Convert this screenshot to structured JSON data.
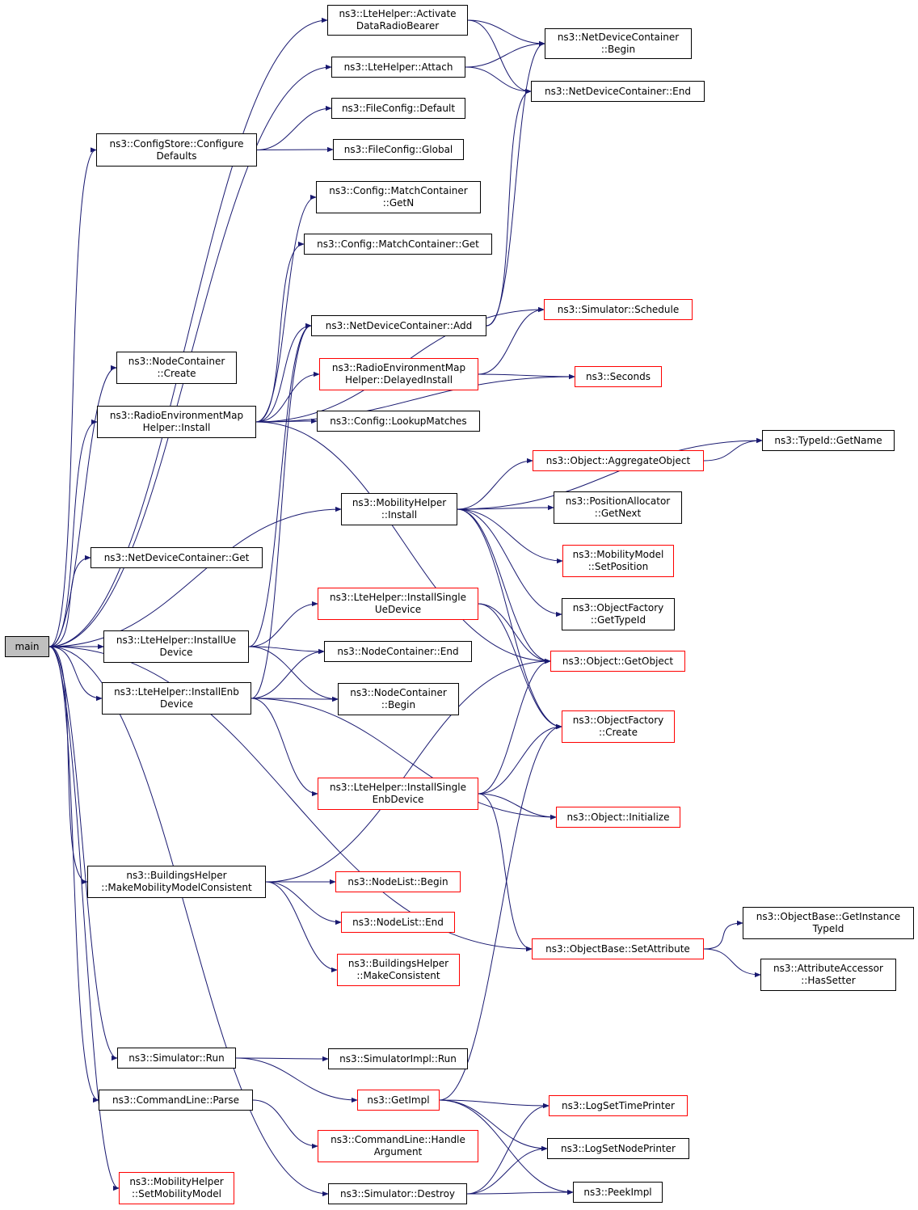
{
  "colors": {
    "edge": "#191970",
    "node_border": "#000000",
    "undocumented_border": "#ff0000",
    "root_fill": "#bfbfbf"
  },
  "nodes": {
    "main": {
      "lines": [
        "main"
      ],
      "style": "root"
    },
    "activate": {
      "lines": [
        "ns3::LteHelper::Activate",
        "DataRadioBearer"
      ],
      "style": "black"
    },
    "attach": {
      "lines": [
        "ns3::LteHelper::Attach"
      ],
      "style": "black"
    },
    "ndc_begin": {
      "lines": [
        "ns3::NetDeviceContainer",
        "::Begin"
      ],
      "style": "black"
    },
    "ndc_end": {
      "lines": [
        "ns3::NetDeviceContainer::End"
      ],
      "style": "black"
    },
    "fc_default": {
      "lines": [
        "ns3::FileConfig::Default"
      ],
      "style": "black"
    },
    "configstore": {
      "lines": [
        "ns3::ConfigStore::Configure",
        "Defaults"
      ],
      "style": "black"
    },
    "fc_global": {
      "lines": [
        "ns3::FileConfig::Global"
      ],
      "style": "black"
    },
    "mc_getn": {
      "lines": [
        "ns3::Config::MatchContainer",
        "::GetN"
      ],
      "style": "black"
    },
    "mc_get": {
      "lines": [
        "ns3::Config::MatchContainer::Get"
      ],
      "style": "black"
    },
    "sim_schedule": {
      "lines": [
        "ns3::Simulator::Schedule"
      ],
      "style": "red"
    },
    "ndc_add": {
      "lines": [
        "ns3::NetDeviceContainer::Add"
      ],
      "style": "black"
    },
    "nc_create": {
      "lines": [
        "ns3::NodeContainer",
        "::Create"
      ],
      "style": "black"
    },
    "rem_delayed": {
      "lines": [
        "ns3::RadioEnvironmentMap",
        "Helper::DelayedInstall"
      ],
      "style": "red"
    },
    "seconds": {
      "lines": [
        "ns3::Seconds"
      ],
      "style": "red"
    },
    "rem_install": {
      "lines": [
        "ns3::RadioEnvironmentMap",
        "Helper::Install"
      ],
      "style": "black"
    },
    "lookup": {
      "lines": [
        "ns3::Config::LookupMatches"
      ],
      "style": "black"
    },
    "typeid_getname": {
      "lines": [
        "ns3::TypeId::GetName"
      ],
      "style": "black"
    },
    "aggregate": {
      "lines": [
        "ns3::Object::AggregateObject"
      ],
      "style": "red"
    },
    "mob_install": {
      "lines": [
        "ns3::MobilityHelper",
        "::Install"
      ],
      "style": "black"
    },
    "posalloc": {
      "lines": [
        "ns3::PositionAllocator",
        "::GetNext"
      ],
      "style": "black"
    },
    "ndc_get": {
      "lines": [
        "ns3::NetDeviceContainer::Get"
      ],
      "style": "black"
    },
    "mm_setpos": {
      "lines": [
        "ns3::MobilityModel",
        "::SetPosition"
      ],
      "style": "red"
    },
    "of_gettypeid": {
      "lines": [
        "ns3::ObjectFactory",
        "::GetTypeId"
      ],
      "style": "black"
    },
    "single_ue": {
      "lines": [
        "ns3::LteHelper::InstallSingle",
        "UeDevice"
      ],
      "style": "red"
    },
    "install_ue": {
      "lines": [
        "ns3::LteHelper::InstallUe",
        "Device"
      ],
      "style": "black"
    },
    "nc_end": {
      "lines": [
        "ns3::NodeContainer::End"
      ],
      "style": "black"
    },
    "getobject": {
      "lines": [
        "ns3::Object::GetObject"
      ],
      "style": "red"
    },
    "install_enb": {
      "lines": [
        "ns3::LteHelper::InstallEnb",
        "Device"
      ],
      "style": "black"
    },
    "nc_begin": {
      "lines": [
        "ns3::NodeContainer",
        "::Begin"
      ],
      "style": "black"
    },
    "of_create": {
      "lines": [
        "ns3::ObjectFactory",
        "::Create"
      ],
      "style": "red"
    },
    "single_enb": {
      "lines": [
        "ns3::LteHelper::InstallSingle",
        "EnbDevice"
      ],
      "style": "red"
    },
    "initialize": {
      "lines": [
        "ns3::Object::Initialize"
      ],
      "style": "red"
    },
    "bh_mmc": {
      "lines": [
        "ns3::BuildingsHelper",
        "::MakeMobilityModelConsistent"
      ],
      "style": "black"
    },
    "nl_begin": {
      "lines": [
        "ns3::NodeList::Begin"
      ],
      "style": "red"
    },
    "nl_end": {
      "lines": [
        "ns3::NodeList::End"
      ],
      "style": "red"
    },
    "bh_mc": {
      "lines": [
        "ns3::BuildingsHelper",
        "::MakeConsistent"
      ],
      "style": "red"
    },
    "ob_getinst": {
      "lines": [
        "ns3::ObjectBase::GetInstance",
        "TypeId"
      ],
      "style": "black"
    },
    "ob_setattr": {
      "lines": [
        "ns3::ObjectBase::SetAttribute"
      ],
      "style": "red"
    },
    "aa_hassetter": {
      "lines": [
        "ns3::AttributeAccessor",
        "::HasSetter"
      ],
      "style": "black"
    },
    "sim_run": {
      "lines": [
        "ns3::Simulator::Run"
      ],
      "style": "black"
    },
    "simimpl_run": {
      "lines": [
        "ns3::SimulatorImpl::Run"
      ],
      "style": "black"
    },
    "cmd_parse": {
      "lines": [
        "ns3::CommandLine::Parse"
      ],
      "style": "black"
    },
    "getimpl": {
      "lines": [
        "ns3::GetImpl"
      ],
      "style": "red"
    },
    "logtime": {
      "lines": [
        "ns3::LogSetTimePrinter"
      ],
      "style": "red"
    },
    "cmd_handle": {
      "lines": [
        "ns3::CommandLine::Handle",
        "Argument"
      ],
      "style": "red"
    },
    "lognode": {
      "lines": [
        "ns3::LogSetNodePrinter"
      ],
      "style": "black"
    },
    "mob_setmm": {
      "lines": [
        "ns3::MobilityHelper",
        "::SetMobilityModel"
      ],
      "style": "red"
    },
    "sim_destroy": {
      "lines": [
        "ns3::Simulator::Destroy"
      ],
      "style": "black"
    },
    "peekimpl": {
      "lines": [
        "ns3::PeekImpl"
      ],
      "style": "black"
    }
  },
  "edges": [
    [
      "main",
      "activate"
    ],
    [
      "main",
      "attach"
    ],
    [
      "main",
      "configstore"
    ],
    [
      "main",
      "nc_create"
    ],
    [
      "main",
      "rem_install"
    ],
    [
      "main",
      "mob_install"
    ],
    [
      "main",
      "ndc_get"
    ],
    [
      "main",
      "install_ue"
    ],
    [
      "main",
      "install_enb"
    ],
    [
      "main",
      "bh_mmc"
    ],
    [
      "main",
      "ob_setattr"
    ],
    [
      "main",
      "sim_run"
    ],
    [
      "main",
      "cmd_parse"
    ],
    [
      "main",
      "mob_setmm"
    ],
    [
      "main",
      "sim_destroy"
    ],
    [
      "activate",
      "ndc_begin"
    ],
    [
      "activate",
      "ndc_end"
    ],
    [
      "attach",
      "ndc_begin"
    ],
    [
      "attach",
      "ndc_end"
    ],
    [
      "configstore",
      "fc_default"
    ],
    [
      "configstore",
      "fc_global"
    ],
    [
      "rem_install",
      "mc_getn"
    ],
    [
      "rem_install",
      "mc_get"
    ],
    [
      "rem_install",
      "sim_schedule"
    ],
    [
      "rem_install",
      "ndc_add"
    ],
    [
      "rem_install",
      "rem_delayed"
    ],
    [
      "rem_install",
      "lookup"
    ],
    [
      "rem_install",
      "seconds"
    ],
    [
      "rem_install",
      "getobject"
    ],
    [
      "ndc_add",
      "ndc_begin"
    ],
    [
      "ndc_add",
      "ndc_end"
    ],
    [
      "rem_delayed",
      "sim_schedule"
    ],
    [
      "rem_delayed",
      "seconds"
    ],
    [
      "mob_install",
      "typeid_getname"
    ],
    [
      "mob_install",
      "aggregate"
    ],
    [
      "mob_install",
      "posalloc"
    ],
    [
      "mob_install",
      "mm_setpos"
    ],
    [
      "mob_install",
      "of_gettypeid"
    ],
    [
      "mob_install",
      "getobject"
    ],
    [
      "mob_install",
      "of_create"
    ],
    [
      "aggregate",
      "typeid_getname"
    ],
    [
      "install_ue",
      "single_ue"
    ],
    [
      "install_ue",
      "nc_end"
    ],
    [
      "install_ue",
      "nc_begin"
    ],
    [
      "install_ue",
      "ndc_add"
    ],
    [
      "single_ue",
      "getobject"
    ],
    [
      "single_ue",
      "of_create"
    ],
    [
      "install_enb",
      "nc_end"
    ],
    [
      "install_enb",
      "nc_begin"
    ],
    [
      "install_enb",
      "single_enb"
    ],
    [
      "install_enb",
      "ndc_add"
    ],
    [
      "install_enb",
      "initialize"
    ],
    [
      "single_enb",
      "getobject"
    ],
    [
      "single_enb",
      "of_create"
    ],
    [
      "single_enb",
      "initialize"
    ],
    [
      "single_enb",
      "ob_setattr"
    ],
    [
      "bh_mmc",
      "nl_begin"
    ],
    [
      "bh_mmc",
      "nl_end"
    ],
    [
      "bh_mmc",
      "bh_mc"
    ],
    [
      "bh_mmc",
      "getobject"
    ],
    [
      "ob_setattr",
      "ob_getinst"
    ],
    [
      "ob_setattr",
      "aa_hassetter"
    ],
    [
      "sim_run",
      "simimpl_run"
    ],
    [
      "sim_run",
      "getimpl"
    ],
    [
      "getimpl",
      "logtime"
    ],
    [
      "getimpl",
      "lognode"
    ],
    [
      "getimpl",
      "peekimpl"
    ],
    [
      "getimpl",
      "of_create"
    ],
    [
      "cmd_parse",
      "cmd_handle"
    ],
    [
      "sim_destroy",
      "logtime"
    ],
    [
      "sim_destroy",
      "lognode"
    ],
    [
      "sim_destroy",
      "peekimpl"
    ]
  ]
}
